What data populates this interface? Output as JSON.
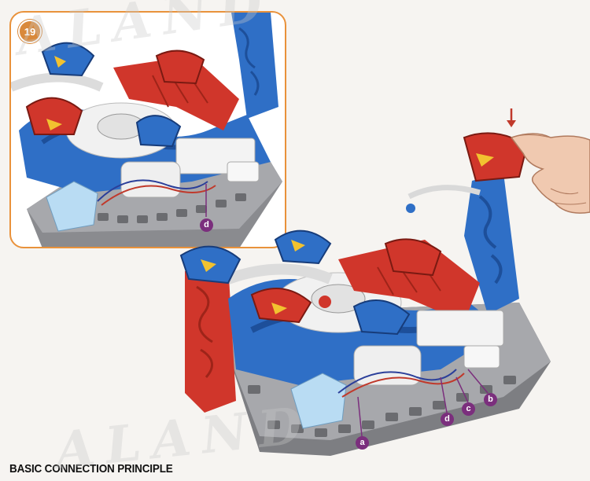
{
  "step": {
    "number": "19"
  },
  "labels": {
    "a": "a",
    "b": "b",
    "c": "c",
    "d": "d"
  },
  "caption": "BASIC CONNECTION PRINCIPLE",
  "watermark": {
    "top": "ALAND",
    "bottom": "ALAND"
  },
  "colors": {
    "red": "#d0362b",
    "blue": "#2f6fc6",
    "gray_base": "#7d7e82",
    "white_part": "#f2f2f2",
    "light_blue_part": "#b9dcf3",
    "label_purple": "#7b2f7d",
    "step_orange": "#d9893b",
    "arrow_red": "#c0392b",
    "skin": "#f0c9b0"
  },
  "icons": {
    "hand": "pointing-hand-icon",
    "arrow": "down-arrow-icon"
  }
}
